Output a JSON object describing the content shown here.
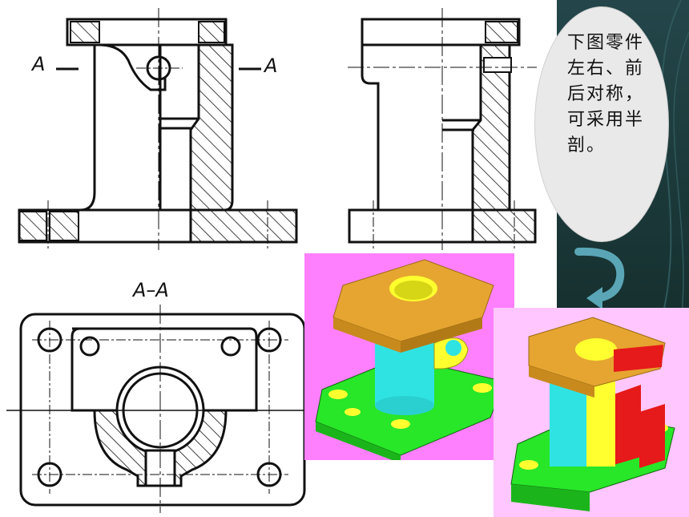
{
  "note": {
    "text": "下图零件左右、前后对称，可采用半剖。"
  },
  "section_labels": {
    "left_marker": "A",
    "right_marker": "A",
    "section_title": "A–A"
  },
  "colors": {
    "background": "#1c3438",
    "sheet": "#ffffff",
    "bubble": "#e9e9e9",
    "arrow": "#5aa6b6",
    "model_bg_left": "#ff80ff",
    "model_bg_right": "#ffc6ff",
    "flange_orange": "#e6a531",
    "body_cyan": "#30e3e3",
    "base_green": "#28e628",
    "hole_yellow": "#ffff30",
    "cut_red": "#e61a1a"
  },
  "icons": {
    "curved_arrow": "curved-down-arrow-icon"
  }
}
